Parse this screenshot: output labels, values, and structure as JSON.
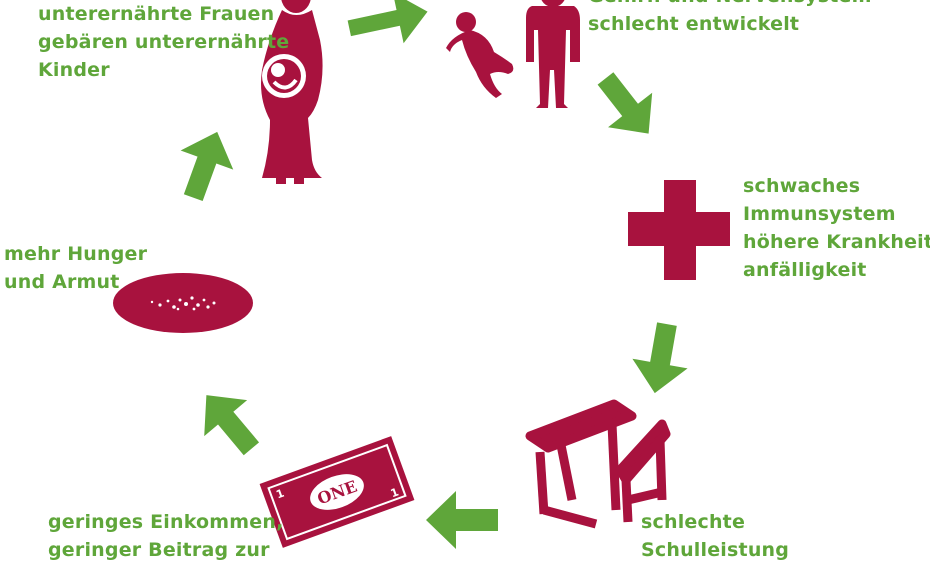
{
  "colors": {
    "arrow_green": "#5fa63a",
    "figure_red": "#a8123e",
    "background": "#ffffff"
  },
  "cycle_steps": [
    {
      "lines": [
        "unterernährte Frauen",
        "gebären unterernährte",
        "Kinder"
      ],
      "icon": "pregnant-woman-icon"
    },
    {
      "lines": [
        "Gehirn und Nervensystem",
        "schlecht entwickelt"
      ],
      "icon": "baby-and-child-icon"
    },
    {
      "lines": [
        "schwaches",
        "Immunsystem",
        "höhere Krankheits-",
        "anfälligkeit"
      ],
      "icon": "medical-cross-icon"
    },
    {
      "lines": [
        "schlechte",
        "Schulleistung"
      ],
      "icon": "school-desk-icon"
    },
    {
      "lines": [
        "geringes Einkommen,",
        "geringer Beitrag zur"
      ],
      "icon": "banknote-icon",
      "banknote_text": "ONE"
    },
    {
      "lines": [
        "mehr Hunger",
        "und Armut"
      ],
      "icon": "empty-plate-icon"
    }
  ]
}
